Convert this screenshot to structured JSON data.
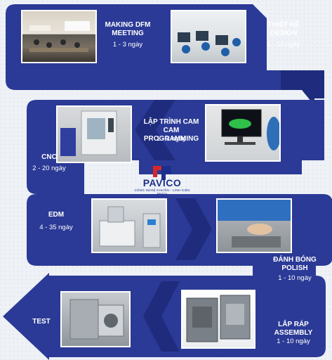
{
  "colors": {
    "band": "#2b3a96",
    "band_dark": "#1f2c7d",
    "background": "#eef1f6",
    "accent_red": "#d9262c"
  },
  "logo": {
    "name": "PAVICO",
    "tagline": "CÔNG NGHỆ KHUÔN - LINH KIỆN NHỰA",
    "icon": "pavico-logo-icon"
  },
  "steps": [
    {
      "id": "dfm",
      "label": "MAKING DFM\nMEETING",
      "duration": "1 - 3 ngày",
      "photo": "meeting-room-photo"
    },
    {
      "id": "design",
      "label": "THIẾT KẾ\nDESIGN",
      "duration": "1 - 10 ngày",
      "photo": "design-office-photo"
    },
    {
      "id": "cam",
      "label": "LẬP TRÌNH CAM\nCAM PROGRAMMING",
      "duration": "1 - 3 ngày",
      "photo": "cam-programming-photo"
    },
    {
      "id": "cnc",
      "label": "CNC",
      "duration": "2 - 20 ngày",
      "photo": "cnc-machine-photo"
    },
    {
      "id": "edm",
      "label": "EDM",
      "duration": "4 - 35 ngày",
      "photo": "edm-machine-photo"
    },
    {
      "id": "polish",
      "label": "ĐÁNH BÓNG\nPOLISH",
      "duration": "1 - 10 ngày",
      "photo": "polishing-photo"
    },
    {
      "id": "assembly",
      "label": "LẮP RÁP\nASSEMBLY",
      "duration": "1 - 10 ngày",
      "photo": "mold-assembly-photo"
    },
    {
      "id": "test",
      "label": "TEST",
      "duration": "",
      "photo": "injection-test-photo"
    }
  ]
}
